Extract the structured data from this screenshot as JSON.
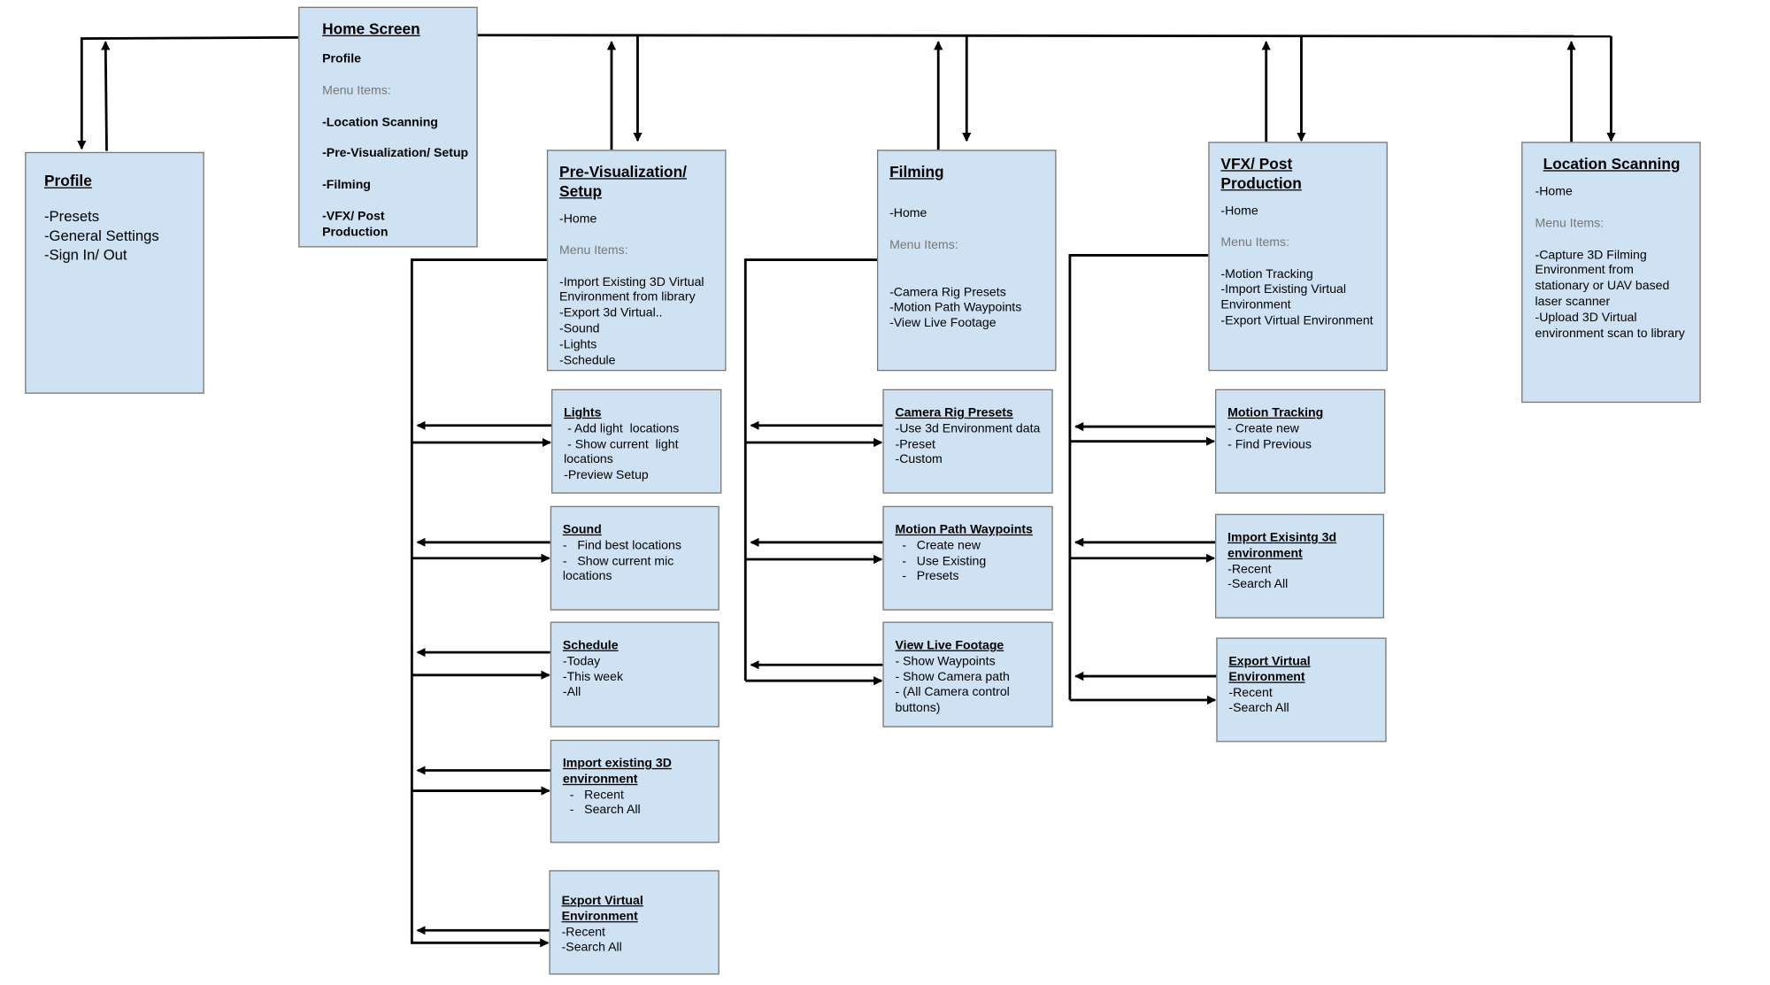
{
  "colors": {
    "box_fill": "#cfe2f3",
    "box_border": "#777777",
    "line": "#000000",
    "muted_text": "#777777"
  },
  "home": {
    "title": "Home Screen",
    "profile": "Profile",
    "menu_label": "Menu Items:",
    "items": [
      "-Location Scanning",
      "-Pre-Visualization/ Setup",
      "-Filming",
      "-VFX/ Post Production"
    ]
  },
  "profile": {
    "title": "Profile",
    "items": [
      "-Presets",
      "-General Settings",
      "-Sign In/ Out"
    ]
  },
  "previs": {
    "title": "Pre-Visualization/ Setup",
    "home": "-Home",
    "menu_label": "Menu Items:",
    "items": [
      "-Import Existing 3D Virtual Environment from library",
      "-Export 3d Virtual..",
      "-Sound",
      "-Lights",
      "-Schedule"
    ]
  },
  "filming": {
    "title": "Filming",
    "home": "-Home",
    "menu_label": "Menu Items:",
    "items": [
      "-Camera Rig Presets",
      "-Motion Path Waypoints",
      "-View Live Footage"
    ]
  },
  "vfx": {
    "title": "VFX/ Post Production",
    "home": "-Home",
    "menu_label": "Menu Items:",
    "items": [
      "-Motion Tracking",
      "-Import Existing Virtual Environment",
      "-Export Virtual Environment"
    ]
  },
  "locscan": {
    "title": "Location Scanning",
    "home": "-Home",
    "menu_label": "Menu Items:",
    "items": [
      "-Capture 3D Filming Environment from stationary or UAV based laser scanner",
      "-Upload 3D Virtual environment scan to library"
    ]
  },
  "previs_sub": [
    {
      "title": "Lights",
      "items": [
        " - Add light  locations",
        " - Show current  light locations",
        "-Preview Setup"
      ]
    },
    {
      "title": "Sound",
      "items": [
        "-   Find best locations",
        "-   Show current mic locations"
      ]
    },
    {
      "title": "Schedule",
      "items": [
        "-Today",
        "-This week",
        "-All"
      ]
    },
    {
      "title": "Import  existing 3D environment",
      "items": [
        "  -   Recent",
        "  -   Search All"
      ]
    },
    {
      "title": "Export Virtual Environment",
      "items": [
        "-Recent",
        "-Search All"
      ]
    }
  ],
  "filming_sub": [
    {
      "title": "Camera Rig Presets",
      "items": [
        "-Use 3d Environment data",
        "-Preset",
        "-Custom"
      ]
    },
    {
      "title": "Motion Path Waypoints",
      "items": [
        "  -   Create new",
        "  -   Use Existing",
        "  -   Presets"
      ]
    },
    {
      "title": "View Live Footage",
      "items": [
        "- Show Waypoints",
        "- Show Camera path",
        "- (All Camera control buttons)"
      ]
    }
  ],
  "vfx_sub": [
    {
      "title": "Motion Tracking",
      "items": [
        "- Create new",
        "- Find Previous"
      ]
    },
    {
      "title": "Import Exisintg 3d environment",
      "items": [
        "-Recent",
        "-Search All"
      ]
    },
    {
      "title": "Export Virtual Environment",
      "items": [
        "-Recent",
        "-Search All"
      ]
    }
  ]
}
